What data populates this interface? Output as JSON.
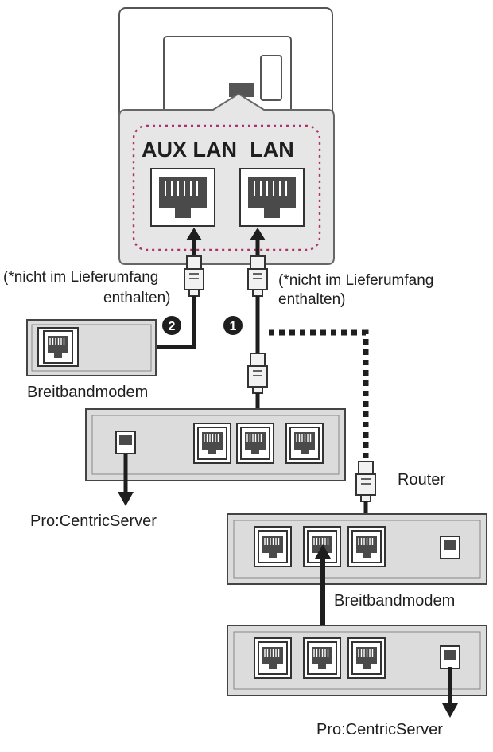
{
  "ports": {
    "aux_lan": "AUX LAN",
    "lan": "LAN"
  },
  "notes": {
    "left_line1": "(*nicht im Lieferumfang",
    "left_line2": "enthalten)",
    "right_line1": "(*nicht im Lieferumfang",
    "right_line2": "enthalten)"
  },
  "badges": {
    "one": "1",
    "two": "2"
  },
  "labels": {
    "modem_left": "Breitbandmodem",
    "server_left": "Pro:CentricServer",
    "router": "Router",
    "modem_right": "Breitbandmodem",
    "server_right": "Pro:CentricServer"
  },
  "colors": {
    "device_fill": "#dcdcdc",
    "device_stroke": "#444444",
    "cable": "#1e1e1e",
    "dotted_border": "#b0306a"
  }
}
